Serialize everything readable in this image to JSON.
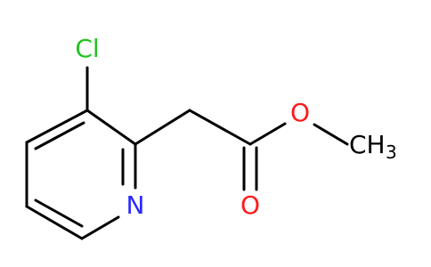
{
  "molecule": {
    "atoms": {
      "chlorine": "Cl",
      "nitrogen": "N",
      "ether_oxygen": "O",
      "carbonyl_oxygen": "O",
      "methyl": "CH",
      "methyl_subscript": "3"
    },
    "colors": {
      "bond": "#000000",
      "chlorine": "#1fc41f",
      "nitrogen": "#2a2aff",
      "oxygen": "#ff1a1a",
      "carbon": "#000000"
    }
  }
}
